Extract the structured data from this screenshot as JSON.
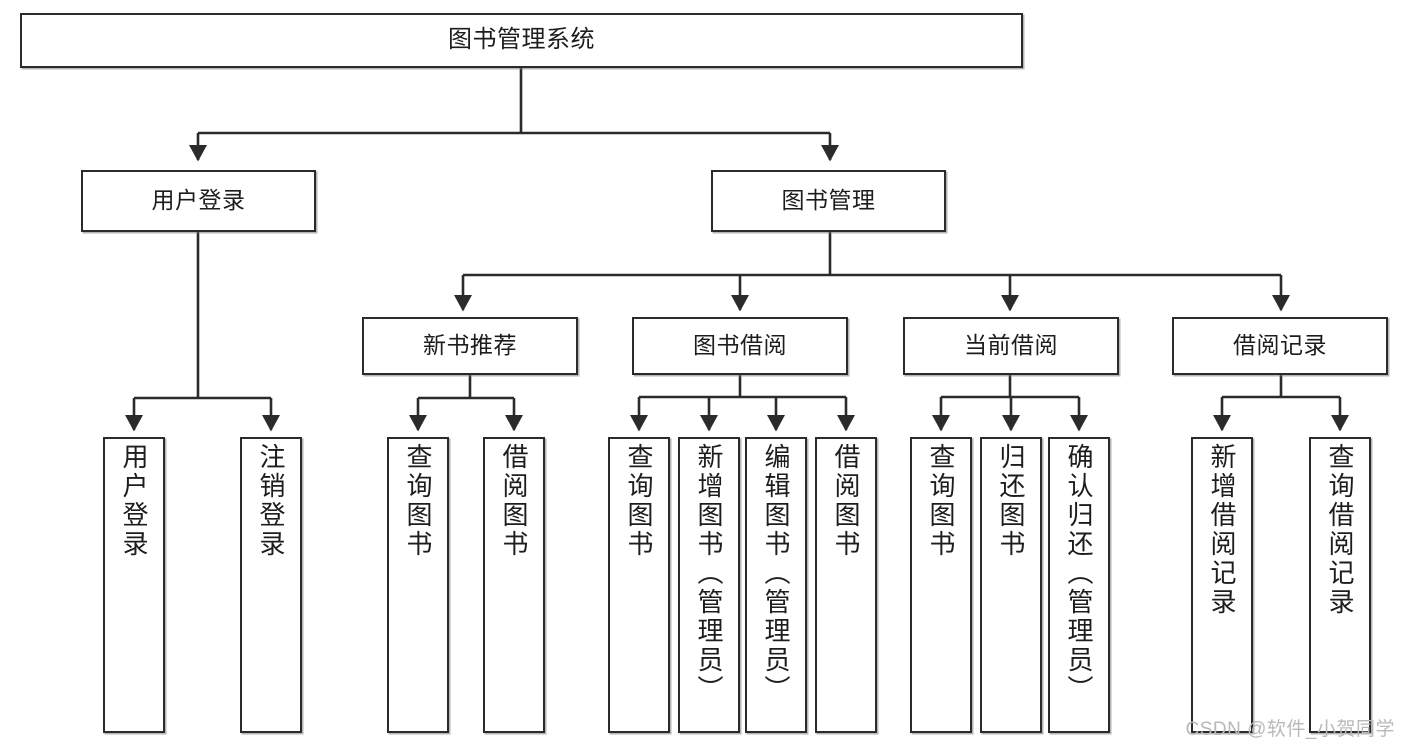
{
  "diagram": {
    "type": "tree-hierarchy-chart",
    "root": {
      "id": "root",
      "label": "图书管理系统"
    },
    "level2": [
      {
        "id": "user-login",
        "label": "用户登录"
      },
      {
        "id": "book-manage",
        "label": "图书管理"
      }
    ],
    "level3": [
      {
        "id": "new-book-rec",
        "label": "新书推荐"
      },
      {
        "id": "book-borrow",
        "label": "图书借阅"
      },
      {
        "id": "current-borrow",
        "label": "当前借阅"
      },
      {
        "id": "borrow-record",
        "label": "借阅记录"
      }
    ],
    "leaves": {
      "user_login": [
        {
          "id": "leaf-user-login",
          "label": "用户登录"
        },
        {
          "id": "leaf-logout",
          "label": "注销登录"
        }
      ],
      "new_book_rec": [
        {
          "id": "leaf-query-book-1",
          "label": "查询图书"
        },
        {
          "id": "leaf-borrow-book-1",
          "label": "借阅图书"
        }
      ],
      "book_borrow": [
        {
          "id": "leaf-query-book-2",
          "label": "查询图书"
        },
        {
          "id": "leaf-add-book",
          "label": "新增图书（管理员）"
        },
        {
          "id": "leaf-edit-book",
          "label": "编辑图书（管理员）"
        },
        {
          "id": "leaf-borrow-book-2",
          "label": "借阅图书"
        }
      ],
      "current_borrow": [
        {
          "id": "leaf-query-book-3",
          "label": "查询图书"
        },
        {
          "id": "leaf-return-book",
          "label": "归还图书"
        },
        {
          "id": "leaf-confirm-return",
          "label": "确认归还（管理员）"
        }
      ],
      "borrow_record": [
        {
          "id": "leaf-add-record",
          "label": "新增借阅记录"
        },
        {
          "id": "leaf-query-record",
          "label": "查询借阅记录"
        }
      ]
    }
  },
  "colors": {
    "box_border": "#2b2b2b",
    "box_fill": "#ffffff",
    "edge": "#2b2b2b",
    "text": "#1d1d1d",
    "watermark": "#b9b9b9",
    "background": "#ffffff"
  },
  "watermark": {
    "text": "CSDN @软件_小贺同学"
  }
}
